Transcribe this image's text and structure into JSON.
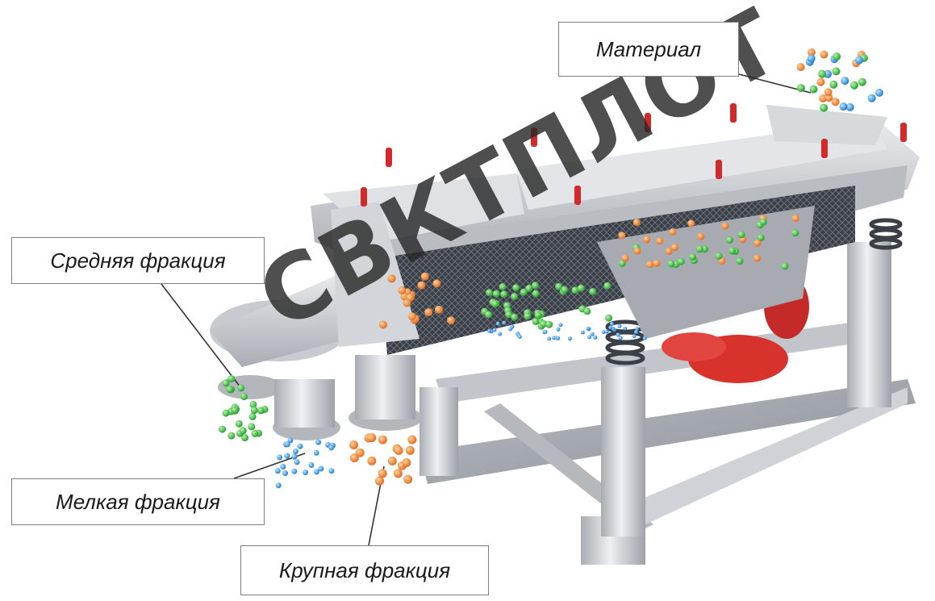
{
  "labels": {
    "material": "Материал",
    "medium_fraction": "Средняя фракция",
    "fine_fraction": "Мелкая фракция",
    "coarse_fraction": "Крупная фракция"
  },
  "watermark": "СВКТПЛОТ",
  "colors": {
    "steel": "#c9ccd0",
    "frame": "#d8dadd",
    "clamp_red": "#d22a2a",
    "motor_red": "#e03a34",
    "particle_orange": "#f08a1e",
    "particle_green": "#2cb42c",
    "particle_blue": "#1f8fe0",
    "mesh": "#2b2f36"
  },
  "icons": [
    "spring-icon",
    "clamp-icon",
    "particle-icon"
  ]
}
